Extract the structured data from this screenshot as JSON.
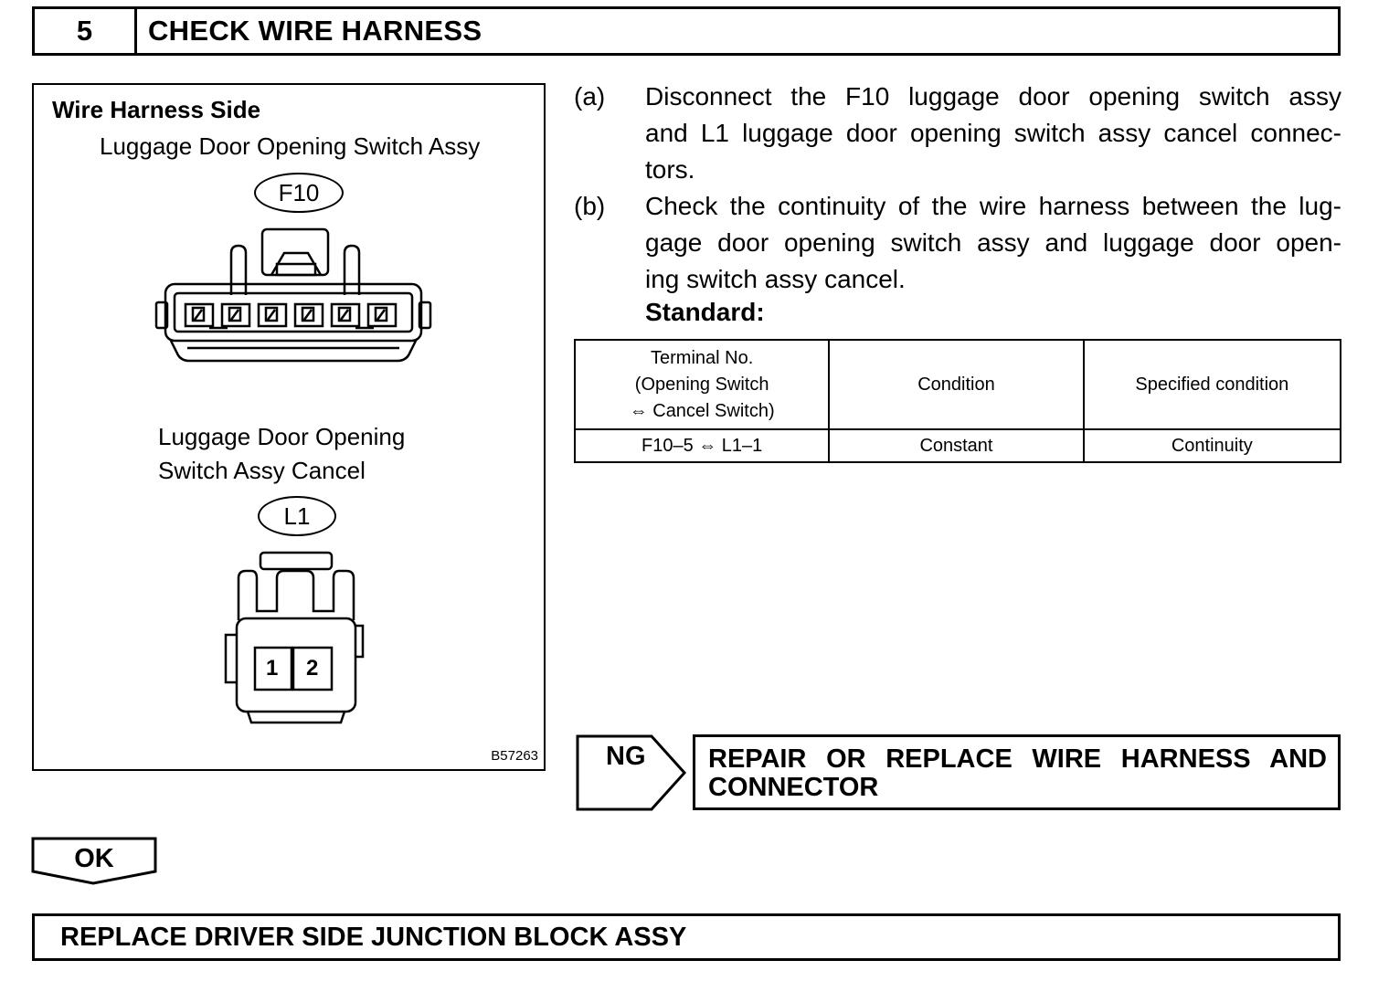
{
  "step": {
    "number": "5",
    "title": "CHECK WIRE HARNESS"
  },
  "figure": {
    "heading": "Wire Harness Side",
    "connector1_label": "Luggage Door Opening Switch Assy",
    "connector1_code": "F10",
    "connector2_label_line1": "Luggage Door Opening",
    "connector2_label_line2": "Switch Assy Cancel",
    "connector2_code": "L1",
    "l1_pins": [
      "1",
      "2"
    ],
    "figure_code": "B57263"
  },
  "instructions": [
    {
      "marker": "(a)",
      "lines": [
        "Disconnect the F10 luggage door opening switch assy",
        "and L1 luggage door opening switch assy cancel connec-",
        "tors."
      ]
    },
    {
      "marker": "(b)",
      "lines": [
        "Check the continuity of the wire harness between the lug-",
        "gage door opening switch assy and luggage door open-",
        "ing switch assy cancel."
      ]
    }
  ],
  "standard_label": "Standard:",
  "table": {
    "headers": {
      "terminal_line1": "Terminal No.",
      "terminal_line2": "(Opening Switch",
      "terminal_line3": "⇔ Cancel Switch)",
      "condition": "Condition",
      "specified": "Specified condition"
    },
    "rows": [
      {
        "terminal": "F10–5 ⇔ L1–1",
        "condition": "Constant",
        "specified": "Continuity"
      }
    ]
  },
  "ng": {
    "label": "NG",
    "result_line1": "REPAIR OR REPLACE WIRE HARNESS AND",
    "result_line2": "CONNECTOR"
  },
  "ok": {
    "label": "OK"
  },
  "final_step": "REPLACE DRIVER SIDE JUNCTION BLOCK ASSY"
}
